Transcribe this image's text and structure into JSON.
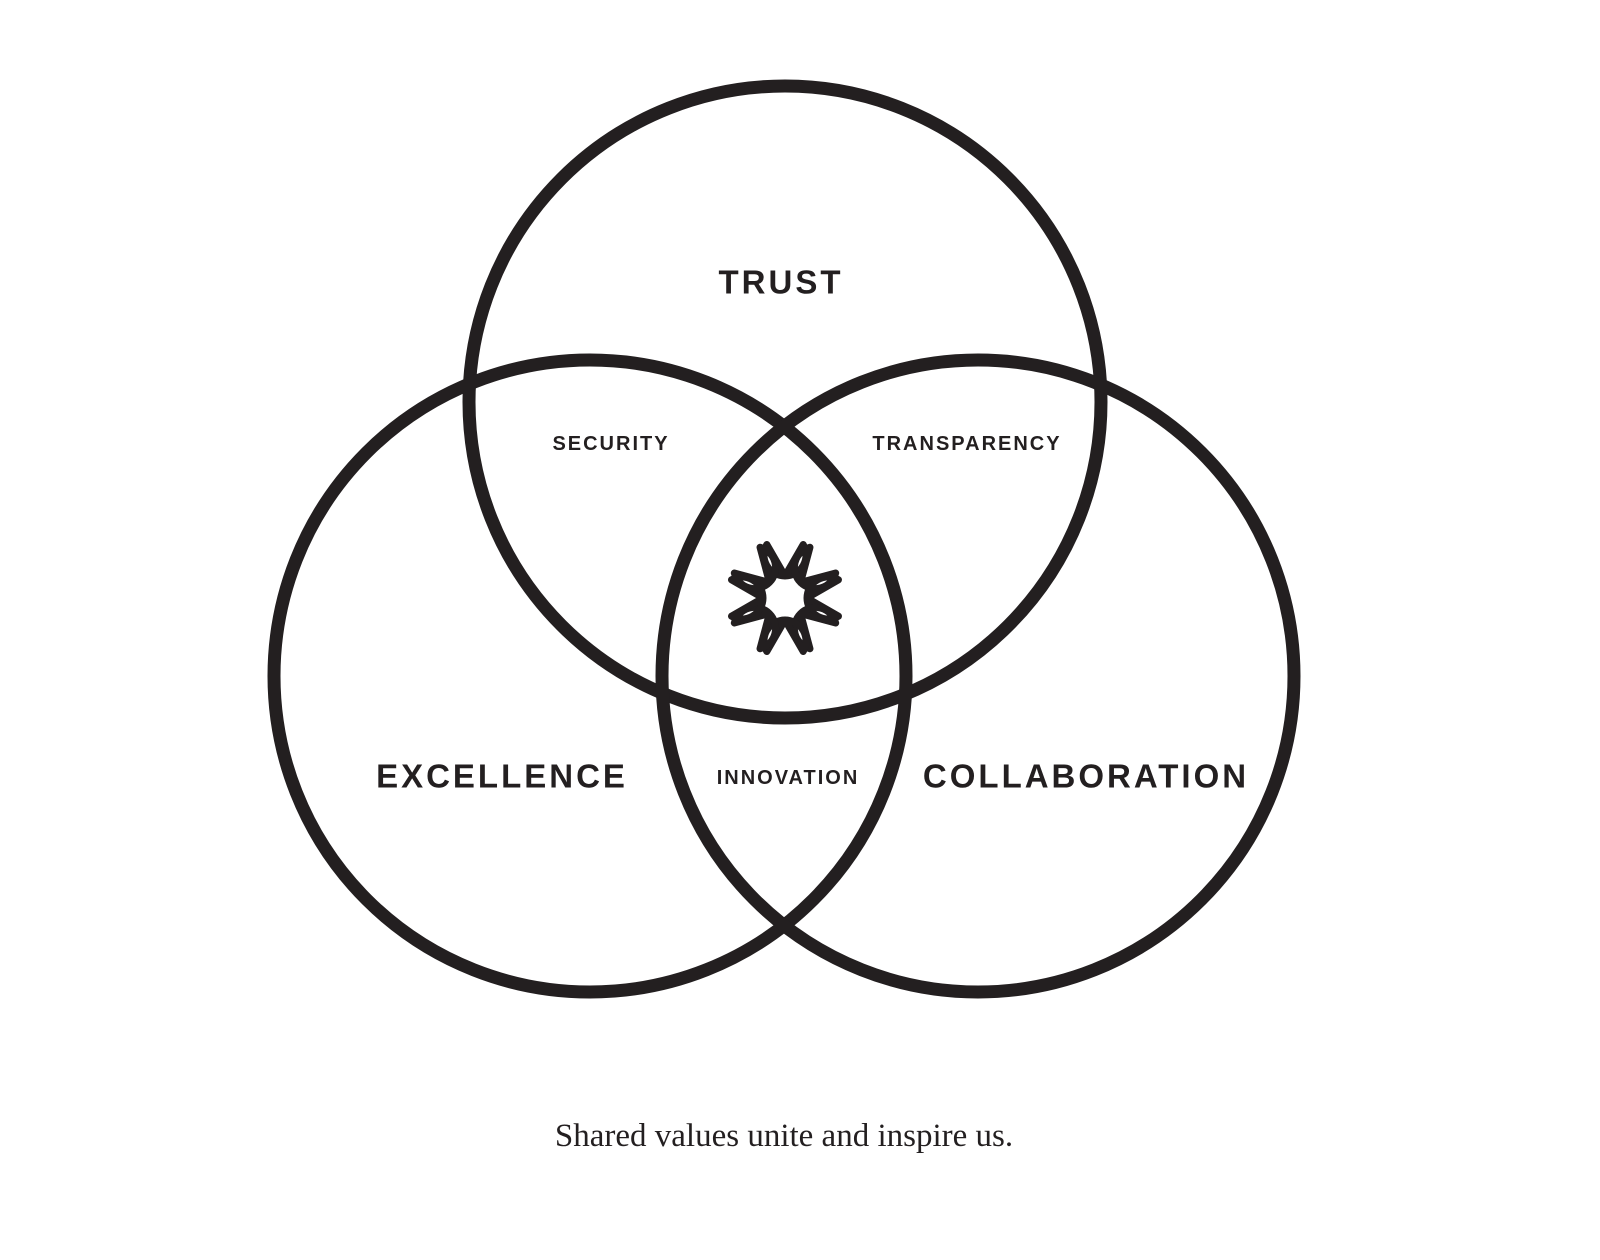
{
  "colors": {
    "ink": "#231f20",
    "background": "#ffffff"
  },
  "diagram": {
    "type": "venn-three-circle",
    "circles": {
      "top": "TRUST",
      "left": "EXCELLENCE",
      "right": "COLLABORATION"
    },
    "overlaps": {
      "top_left": "SECURITY",
      "top_right": "TRANSPARENCY",
      "left_right": "INNOVATION"
    },
    "center_icon": "flower-emblem-icon",
    "caption": "Shared values unite and inspire us."
  }
}
